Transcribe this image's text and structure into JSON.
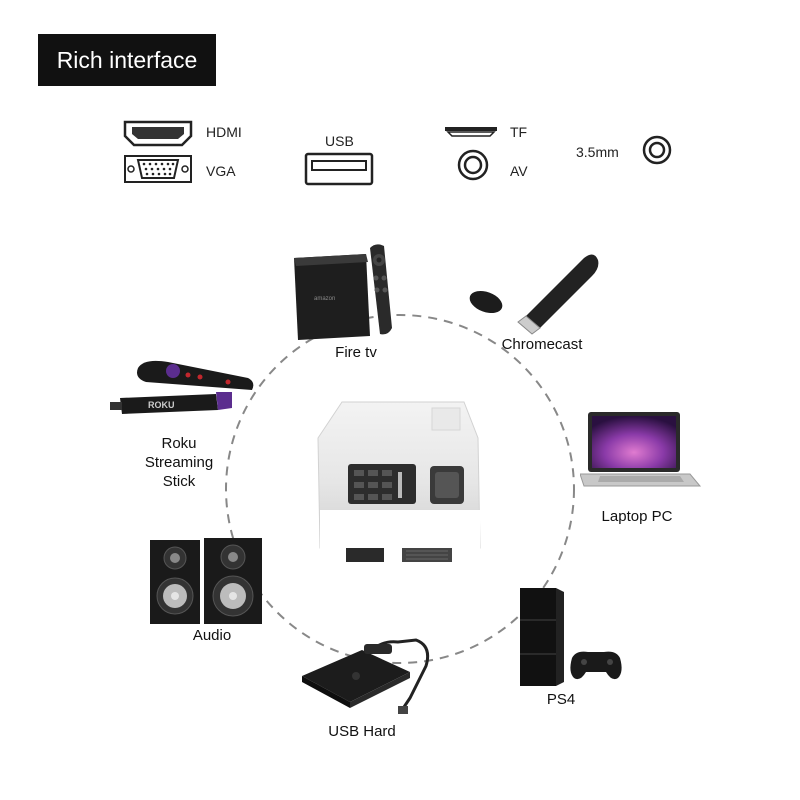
{
  "title": "Rich interface",
  "ports": {
    "hdmi": "HDMI",
    "vga": "VGA",
    "usb": "USB",
    "tf": "TF",
    "av": "AV",
    "jack": "3.5mm"
  },
  "devices": {
    "fire_tv": "Fire tv",
    "fire_tv_brand": "amazon",
    "chromecast": "Chromecast",
    "roku_line1": "Roku",
    "roku_line2": "Streaming",
    "roku_line3": "Stick",
    "roku_brand": "ROKU",
    "laptop": "Laptop PC",
    "audio": "Audio",
    "usb_hard": "USB Hard",
    "ps4": "PS4"
  },
  "colors": {
    "accent_purple": "#5b2d8e",
    "dark": "#111111",
    "circle": "#888888"
  }
}
